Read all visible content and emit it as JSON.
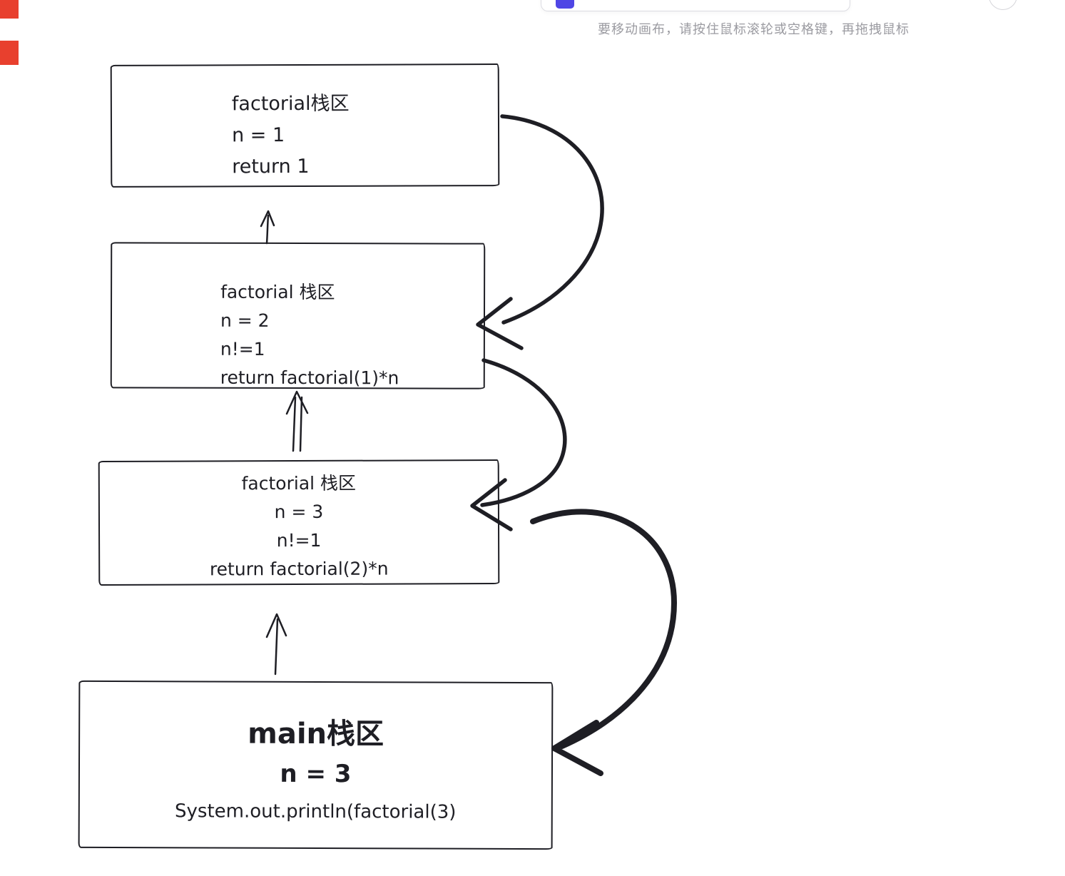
{
  "hint": {
    "text": "要移动画布，请按住鼠标滚轮或空格键，再拖拽鼠标"
  },
  "diagram": {
    "frames": [
      {
        "title": "factorial栈区",
        "lines": [
          "n = 1",
          "return 1"
        ]
      },
      {
        "title": "factorial 栈区",
        "lines": [
          "n = 2",
          "n!=1",
          "return factorial(1)*n"
        ]
      },
      {
        "title": "factorial 栈区",
        "lines": [
          "n = 3",
          "n!=1",
          "return factorial(2)*n"
        ]
      },
      {
        "title": "main栈区",
        "lines": [
          "n = 3",
          "System.out.println(factorial(3)"
        ]
      }
    ],
    "arrows": {
      "call_arrows": "up arrows: main→factorial(3)→factorial(2)→factorial(1)",
      "return_arrows": "curved arrows: factorial(1)→factorial(2)→factorial(3)→main"
    },
    "colors": {
      "ink": "#1e1e24",
      "edge_mark_red": "#e8402e",
      "toolbar_blue": "#4f46e5",
      "hint_gray": "#9b9ba1",
      "background": "#ffffff"
    }
  }
}
